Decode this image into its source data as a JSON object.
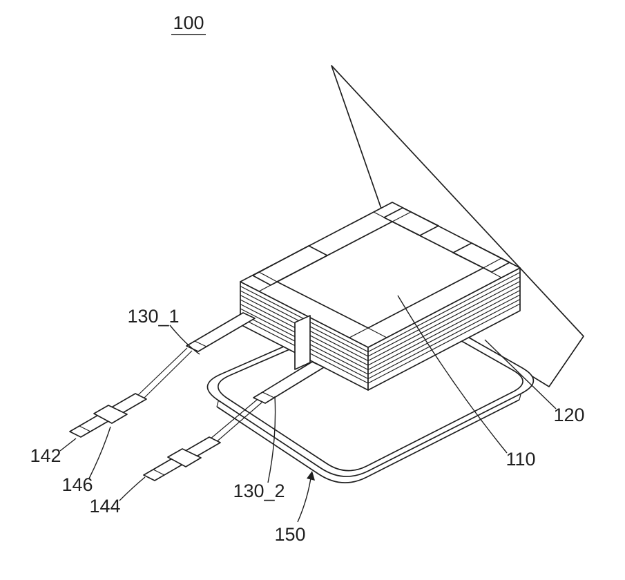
{
  "figure": {
    "type": "patent-drawing",
    "description": "Isometric exploded view of a pouch-type battery cell",
    "background": "#ffffff",
    "line_color": "#1f1f1f",
    "labels": {
      "assembly": "100",
      "electrode_stack": "110",
      "lid": "120",
      "tab_1": "130_1",
      "tab_2": "130_2",
      "lead_1": "142",
      "lead_2": "144",
      "lead_film": "146",
      "tray": "150"
    }
  }
}
